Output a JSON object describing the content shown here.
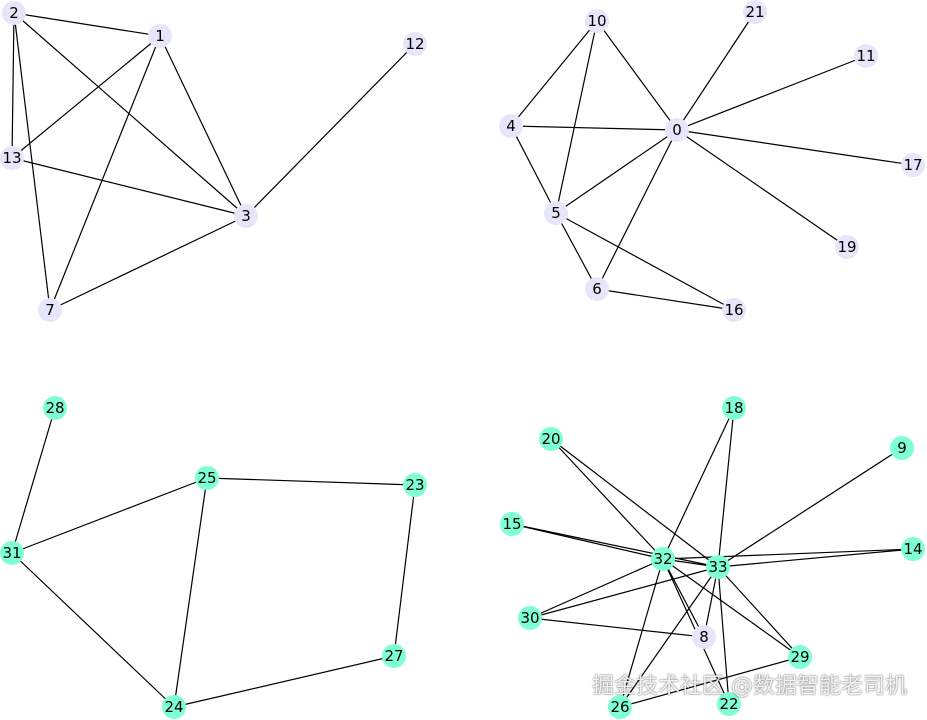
{
  "colors": {
    "node_lavender": "#e6e6fa",
    "node_teal": "#7fffd4",
    "edge": "#000000"
  },
  "nodes": [
    {
      "id": "0",
      "color": "lavender"
    },
    {
      "id": "1",
      "color": "lavender"
    },
    {
      "id": "2",
      "color": "lavender"
    },
    {
      "id": "3",
      "color": "lavender"
    },
    {
      "id": "4",
      "color": "lavender"
    },
    {
      "id": "5",
      "color": "lavender"
    },
    {
      "id": "6",
      "color": "lavender"
    },
    {
      "id": "7",
      "color": "lavender"
    },
    {
      "id": "8",
      "color": "lavender"
    },
    {
      "id": "9",
      "color": "teal"
    },
    {
      "id": "10",
      "color": "lavender"
    },
    {
      "id": "11",
      "color": "lavender"
    },
    {
      "id": "12",
      "color": "lavender"
    },
    {
      "id": "13",
      "color": "lavender"
    },
    {
      "id": "14",
      "color": "teal"
    },
    {
      "id": "15",
      "color": "teal"
    },
    {
      "id": "16",
      "color": "lavender"
    },
    {
      "id": "17",
      "color": "lavender"
    },
    {
      "id": "18",
      "color": "teal"
    },
    {
      "id": "19",
      "color": "lavender"
    },
    {
      "id": "20",
      "color": "teal"
    },
    {
      "id": "21",
      "color": "lavender"
    },
    {
      "id": "22",
      "color": "teal"
    },
    {
      "id": "23",
      "color": "teal"
    },
    {
      "id": "24",
      "color": "teal"
    },
    {
      "id": "25",
      "color": "teal"
    },
    {
      "id": "26",
      "color": "teal"
    },
    {
      "id": "27",
      "color": "teal"
    },
    {
      "id": "28",
      "color": "teal"
    },
    {
      "id": "29",
      "color": "teal"
    },
    {
      "id": "30",
      "color": "teal"
    },
    {
      "id": "31",
      "color": "teal"
    },
    {
      "id": "32",
      "color": "teal"
    },
    {
      "id": "33",
      "color": "teal"
    }
  ],
  "edges": [
    [
      "2",
      "1"
    ],
    [
      "2",
      "13"
    ],
    [
      "2",
      "7"
    ],
    [
      "2",
      "3"
    ],
    [
      "1",
      "13"
    ],
    [
      "1",
      "7"
    ],
    [
      "1",
      "3"
    ],
    [
      "13",
      "3"
    ],
    [
      "3",
      "7"
    ],
    [
      "3",
      "12"
    ],
    [
      "10",
      "4"
    ],
    [
      "10",
      "5"
    ],
    [
      "10",
      "0"
    ],
    [
      "4",
      "0"
    ],
    [
      "4",
      "5"
    ],
    [
      "0",
      "21"
    ],
    [
      "0",
      "11"
    ],
    [
      "0",
      "17"
    ],
    [
      "0",
      "19"
    ],
    [
      "0",
      "5"
    ],
    [
      "0",
      "6"
    ],
    [
      "5",
      "6"
    ],
    [
      "5",
      "16"
    ],
    [
      "6",
      "16"
    ],
    [
      "28",
      "31"
    ],
    [
      "31",
      "25"
    ],
    [
      "31",
      "24"
    ],
    [
      "25",
      "23"
    ],
    [
      "25",
      "24"
    ],
    [
      "23",
      "27"
    ],
    [
      "27",
      "24"
    ],
    [
      "20",
      "32"
    ],
    [
      "20",
      "33"
    ],
    [
      "18",
      "32"
    ],
    [
      "18",
      "33"
    ],
    [
      "9",
      "33"
    ],
    [
      "15",
      "32"
    ],
    [
      "15",
      "33"
    ],
    [
      "14",
      "32"
    ],
    [
      "14",
      "33"
    ],
    [
      "30",
      "32"
    ],
    [
      "30",
      "33"
    ],
    [
      "30",
      "8"
    ],
    [
      "32",
      "33"
    ],
    [
      "32",
      "8"
    ],
    [
      "32",
      "29"
    ],
    [
      "32",
      "22"
    ],
    [
      "33",
      "8"
    ],
    [
      "33",
      "29"
    ],
    [
      "33",
      "26"
    ],
    [
      "33",
      "22"
    ],
    [
      "26",
      "32"
    ],
    [
      "26",
      "29"
    ]
  ],
  "watermark": "掘金技术社区 @数据智能老司机"
}
